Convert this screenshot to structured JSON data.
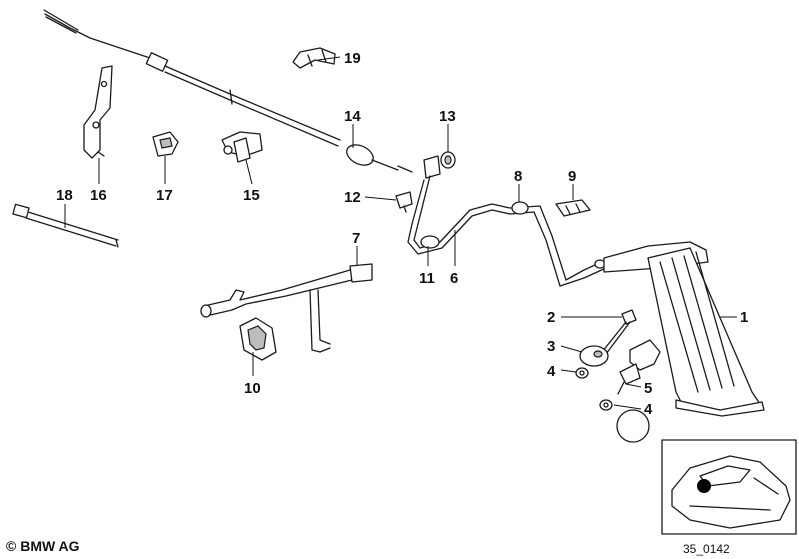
{
  "callouts": [
    {
      "id": "c1",
      "text": "1"
    },
    {
      "id": "c2",
      "text": "2"
    },
    {
      "id": "c3",
      "text": "3"
    },
    {
      "id": "c4a",
      "text": "4"
    },
    {
      "id": "c4b",
      "text": "4"
    },
    {
      "id": "c5",
      "text": "5"
    },
    {
      "id": "c6",
      "text": "6"
    },
    {
      "id": "c7",
      "text": "7"
    },
    {
      "id": "c8",
      "text": "8"
    },
    {
      "id": "c9",
      "text": "9"
    },
    {
      "id": "c10",
      "text": "10"
    },
    {
      "id": "c11",
      "text": "11"
    },
    {
      "id": "c12",
      "text": "12"
    },
    {
      "id": "c13",
      "text": "13"
    },
    {
      "id": "c14",
      "text": "14"
    },
    {
      "id": "c15",
      "text": "15"
    },
    {
      "id": "c16",
      "text": "16"
    },
    {
      "id": "c17",
      "text": "17"
    },
    {
      "id": "c18",
      "text": "18"
    },
    {
      "id": "c19",
      "text": "19"
    }
  ],
  "footer": {
    "copyright": "© BMW AG",
    "doc_id": "35_0142"
  }
}
